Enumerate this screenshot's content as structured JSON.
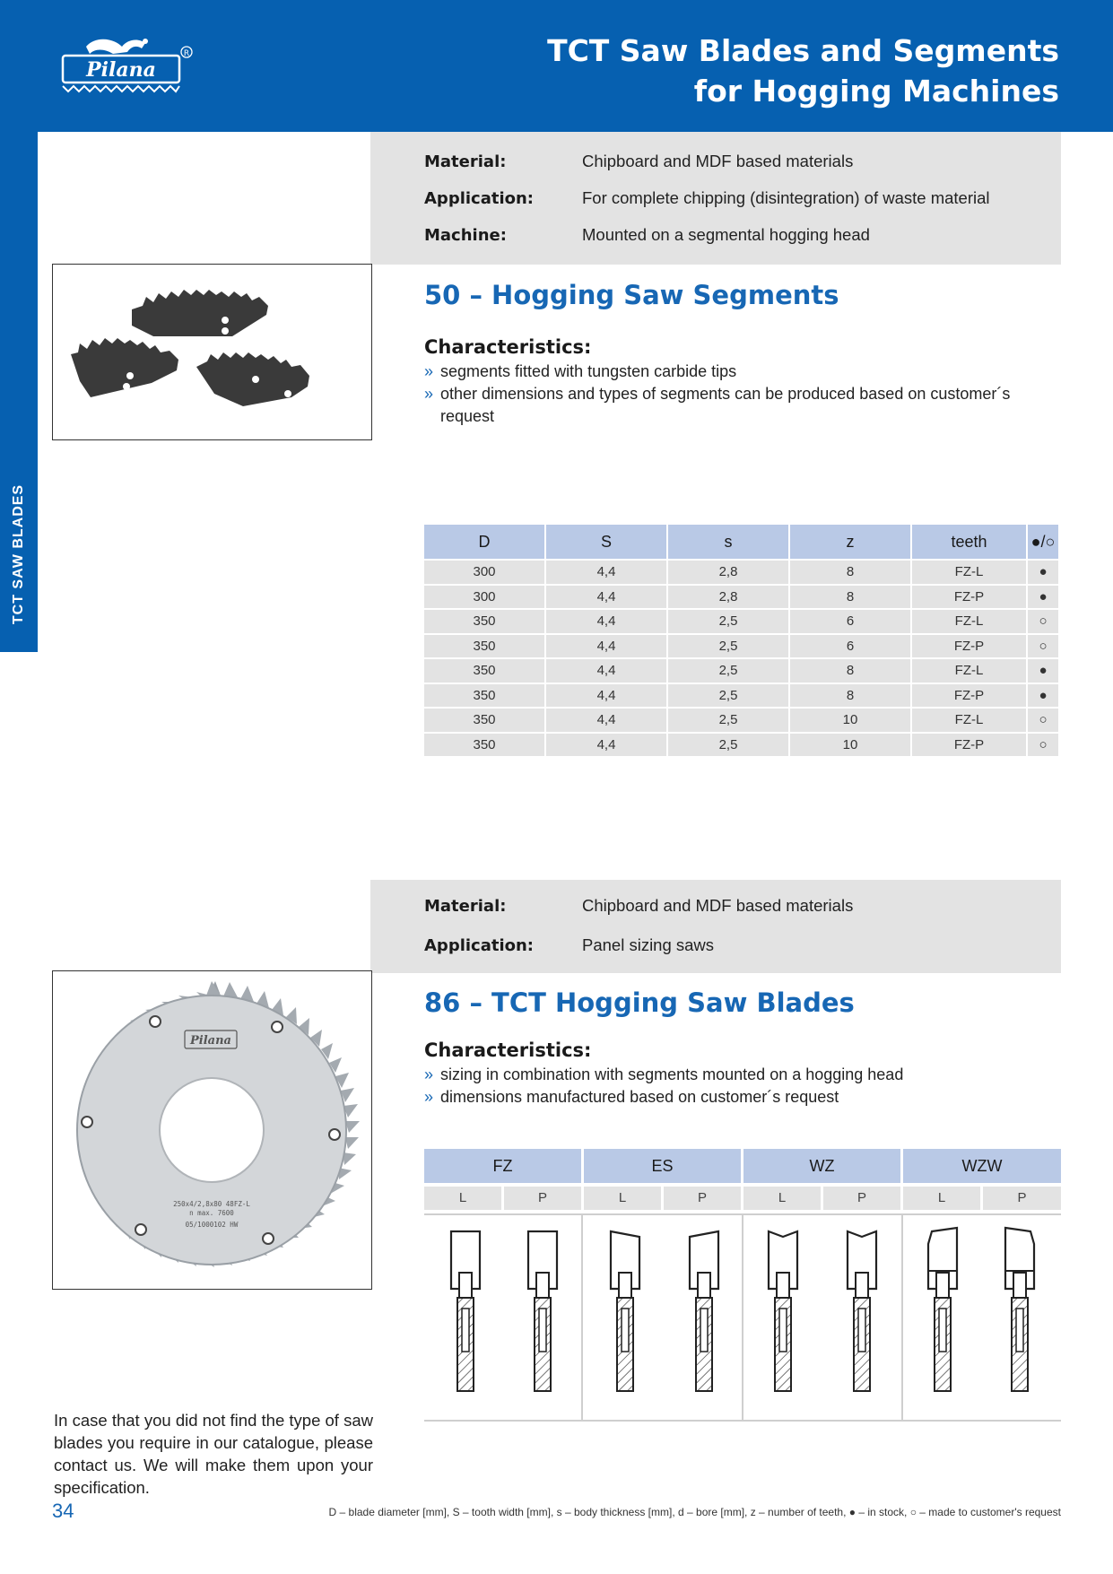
{
  "header": {
    "title_line1": "TCT Saw Blades and Segments",
    "title_line2": "for Hogging Machines",
    "logo_text": "Pilana"
  },
  "side_tab": {
    "label": "TCT SAW BLADES"
  },
  "section1": {
    "info": [
      {
        "label": "Material:",
        "value": "Chipboard and MDF based materials"
      },
      {
        "label": "Application:",
        "value": "For complete chipping (disintegration) of waste material"
      },
      {
        "label": "Machine:",
        "value": "Mounted on a segmental hogging head"
      }
    ],
    "title": "50 – Hogging Saw Segments",
    "characteristics_title": "Characteristics:",
    "characteristics": [
      "segments fitted with tungsten carbide tips",
      "other dimensions and types of segments can be produced based on customer´s request"
    ],
    "table": {
      "headers": [
        "D",
        "S",
        "s",
        "z",
        "teeth",
        "●/○"
      ],
      "rows": [
        [
          "300",
          "4,4",
          "2,8",
          "8",
          "FZ-L",
          "●"
        ],
        [
          "300",
          "4,4",
          "2,8",
          "8",
          "FZ-P",
          "●"
        ],
        [
          "350",
          "4,4",
          "2,5",
          "6",
          "FZ-L",
          "○"
        ],
        [
          "350",
          "4,4",
          "2,5",
          "6",
          "FZ-P",
          "○"
        ],
        [
          "350",
          "4,4",
          "2,5",
          "8",
          "FZ-L",
          "●"
        ],
        [
          "350",
          "4,4",
          "2,5",
          "8",
          "FZ-P",
          "●"
        ],
        [
          "350",
          "4,4",
          "2,5",
          "10",
          "FZ-L",
          "○"
        ],
        [
          "350",
          "4,4",
          "2,5",
          "10",
          "FZ-P",
          "○"
        ]
      ]
    }
  },
  "section2": {
    "info": [
      {
        "label": "Material:",
        "value": "Chipboard and MDF based materials"
      },
      {
        "label": "Application:",
        "value": "Panel sizing saws"
      }
    ],
    "title": "86 – TCT Hogging Saw Blades",
    "characteristics_title": "Characteristics:",
    "characteristics": [
      "sizing in combination with segments mounted on a hogging head",
      "dimensions manufactured based on customer´s request"
    ],
    "blade_logo_text": "Pilana",
    "blade_marking": [
      "250x4/2,8x80  48FZ-L",
      "n max. 7600",
      "05/1000102  HW"
    ],
    "tooth_types": [
      {
        "name": "FZ",
        "variants": [
          "L",
          "P"
        ]
      },
      {
        "name": "ES",
        "variants": [
          "L",
          "P"
        ]
      },
      {
        "name": "WZ",
        "variants": [
          "L",
          "P"
        ]
      },
      {
        "name": "WZW",
        "variants": [
          "L",
          "P"
        ]
      }
    ]
  },
  "footer": {
    "note": "In case that you did not find the type of saw blades you require in our catalogue, please contact us. We will make them upon your specification.",
    "page_number": "34",
    "legend": "D – blade diameter [mm], S – tooth width [mm], s – body thickness [mm], d – bore [mm], z – number of teeth, ● – in stock, ○ – made to customer's request"
  }
}
